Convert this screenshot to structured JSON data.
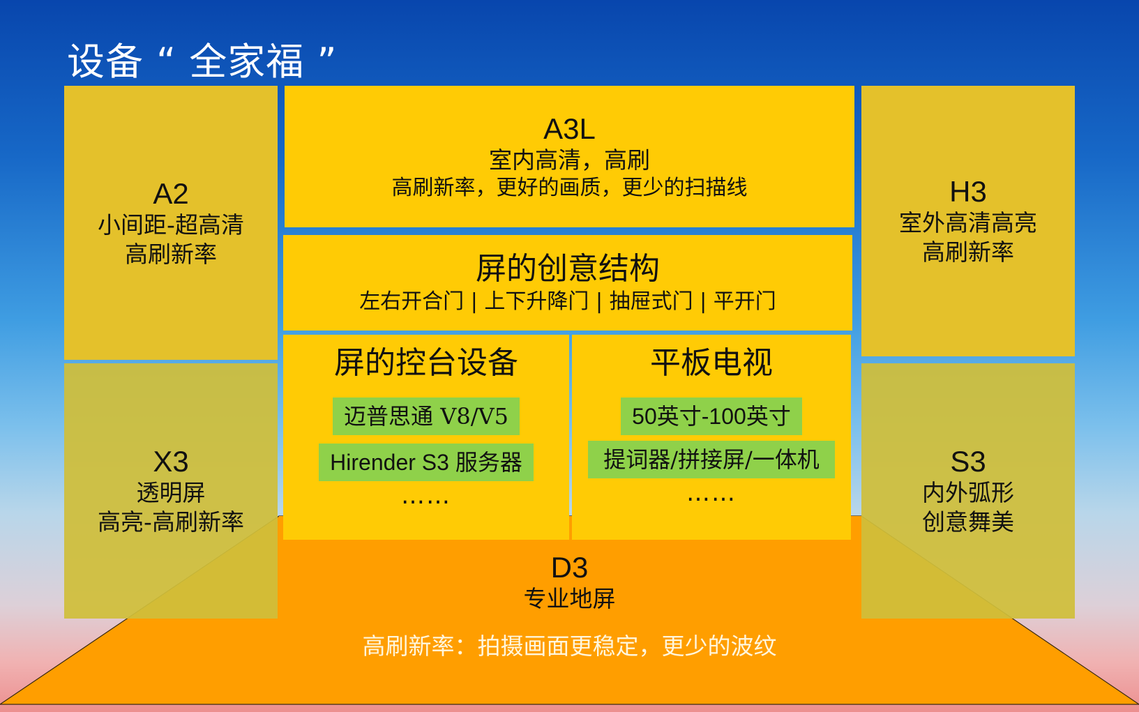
{
  "title": "设备 “ 全家福 ”",
  "a2": {
    "code": "A2",
    "line1": "小间距-超高清",
    "line2": "高刷新率"
  },
  "x3": {
    "code": "X3",
    "line1": "透明屏",
    "line2": "高亮-高刷新率"
  },
  "a3l": {
    "code": "A3L",
    "line1": "室内高清，高刷",
    "line2": "高刷新率，更好的画质，更少的扫描线"
  },
  "creative": {
    "heading": "屏的创意结构",
    "items": [
      "左右开合门",
      "上下升降门",
      "抽屉式门",
      "平开门"
    ],
    "separator": "|"
  },
  "console": {
    "heading": "屏的控台设备",
    "chip1": "迈普思通 V8/V5",
    "chip2": "Hirender S3 服务器",
    "more": "……"
  },
  "tv": {
    "heading": "平板电视",
    "chip1": "50英寸-100英寸",
    "chip2": "提词器/拼接屏/一体机",
    "more": "……"
  },
  "h3": {
    "code": "H3",
    "line1": "室外高清高亮",
    "line2": "高刷新率"
  },
  "s3": {
    "code": "S3",
    "line1": "内外弧形",
    "line2": "创意舞美"
  },
  "d3": {
    "code": "D3",
    "line1": "专业地屏",
    "note": "高刷新率：拍摄画面更稳定，更少的波纹"
  },
  "colors": {
    "accent_yellow": "#ffcb05",
    "floor_orange": "#ff9e00",
    "chip_green": "#8fd14a",
    "side_yellow": "#e4c12b"
  }
}
